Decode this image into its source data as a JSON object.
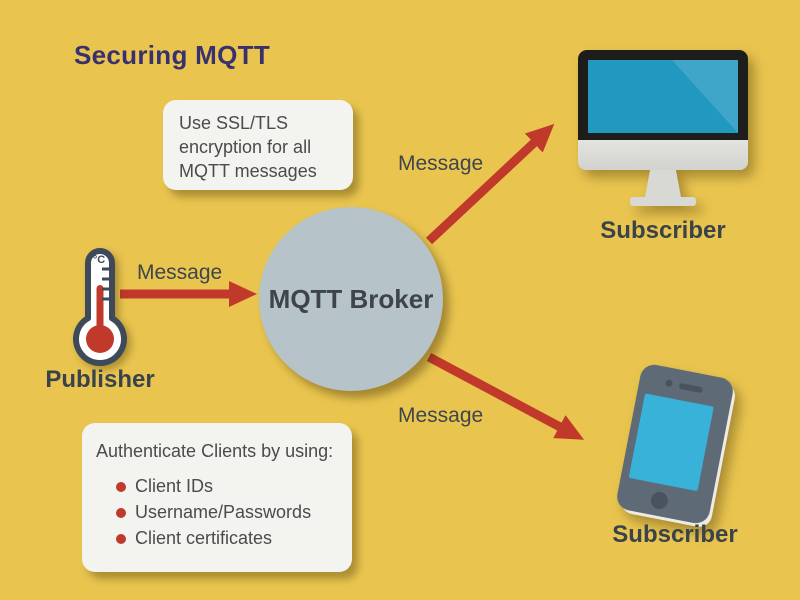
{
  "title": "Securing MQTT",
  "ssl_note": {
    "text": "Use SSL/TLS encryption for all MQTT messages"
  },
  "auth_note": {
    "heading": "Authenticate Clients by using:",
    "items": [
      "Client IDs",
      "Username/Passwords",
      "Client certificates"
    ]
  },
  "broker": {
    "label": "MQTT Broker"
  },
  "publisher": {
    "label": "Publisher",
    "unit": "°C",
    "icon": "thermometer-icon"
  },
  "subscriber_top": {
    "label": "Subscriber",
    "icon": "desktop-monitor-icon"
  },
  "subscriber_bottom": {
    "label": "Subscriber",
    "icon": "smartphone-icon"
  },
  "messages": {
    "publisher_to_broker": "Message",
    "broker_to_subscriber_top": "Message",
    "broker_to_subscriber_bottom": "Message"
  },
  "colors": {
    "background": "#e9c54f",
    "title_text": "#39316e",
    "arrow_red": "#c0392b",
    "bullet_red": "#c0392b",
    "broker_circle": "#b6c3c9",
    "note_background": "#f3f3f0",
    "dark_text": "#3e464d",
    "monitor_screen_blue": "#2098c0",
    "phone_screen_blue": "#38b2d9",
    "phone_body_gray": "#5e6a75"
  }
}
